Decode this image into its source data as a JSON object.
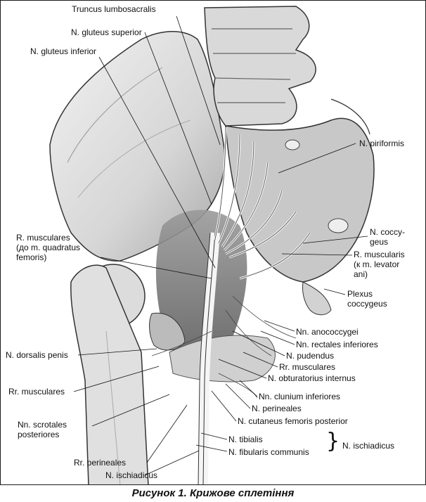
{
  "labels": {
    "truncus_lumbosacralis": "Truncus lumbosacralis",
    "n_gluteus_superior": "N. gluteus superior",
    "n_gluteus_inferior": "N. gluteus inferior",
    "n_piriformis": "N. piriformis",
    "r_musculares_line1": "R. musculares",
    "r_musculares_line2": "(до m. quadratus",
    "r_musculares_line3": "femoris)",
    "n_coccygeus_line1": "N. coccy-",
    "n_coccygeus_line2": "geus",
    "r_muscularis_line1": "R. muscularis",
    "r_muscularis_line2": "(к m. levator",
    "r_muscularis_line3": "ani)",
    "plexus_coccygeus_line1": "Plexus",
    "plexus_coccygeus_line2": "coccygeus",
    "nn_anococcygei": "Nn. anococcygei",
    "nn_rectales_inferiores": "Nn. rectales inferiores",
    "n_pudendus": "N. pudendus",
    "n_dorsalis_penis": "N. dorsalis penis",
    "rr_musculares_right": "Rr. musculares",
    "n_obturatorius_internus": "N. obturatorius internus",
    "rr_musculares_left": "Rr. musculares",
    "nn_clunium_inferiores": "Nn. clunium inferiores",
    "n_perineales": "N. perineales",
    "nn_scrotales_line1": "Nn. scrotales",
    "nn_scrotales_line2": "posteriores",
    "n_cutaneus_femoris_posterior": "N. cutaneus femoris posterior",
    "n_tibialis": "N. tibialis",
    "n_fibularis_communis": "N. fibularis communis",
    "n_ischiadicus_group": "N. ischiadicus",
    "rr_perineales": "Rr. perineales",
    "n_ischiadicus_bottom": "N. ischiadicus"
  },
  "caption": "Рисунок 1. Крижове сплетіння"
}
